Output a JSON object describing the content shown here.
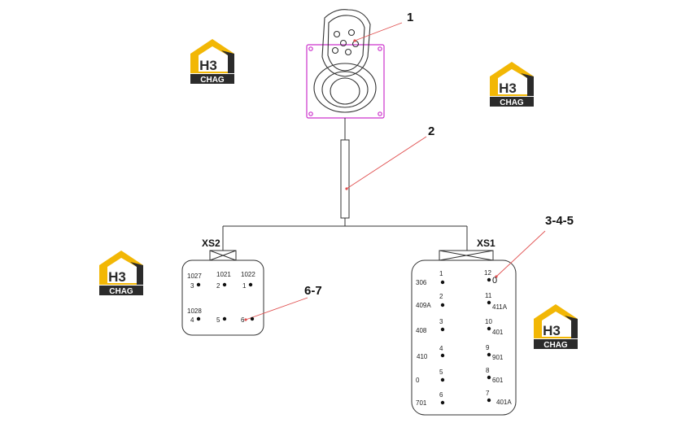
{
  "callouts": {
    "c1": "1",
    "c2": "2",
    "c345": "3-4-5",
    "c67": "6-7"
  },
  "connectors": {
    "xs2": {
      "name": "XS2",
      "pins": [
        {
          "pin": "3",
          "wire": "1027"
        },
        {
          "pin": "2",
          "wire": "1021"
        },
        {
          "pin": "1",
          "wire": "1022"
        },
        {
          "pin": "4",
          "wire": "1028"
        },
        {
          "pin": "5",
          "wire": ""
        },
        {
          "pin": "6",
          "wire": ""
        }
      ]
    },
    "xs1": {
      "name": "XS1",
      "left": [
        {
          "pin": "1",
          "wire": "306"
        },
        {
          "pin": "2",
          "wire": "409A"
        },
        {
          "pin": "3",
          "wire": "408"
        },
        {
          "pin": "4",
          "wire": "410"
        },
        {
          "pin": "5",
          "wire": "0"
        },
        {
          "pin": "6",
          "wire": "701"
        }
      ],
      "right": [
        {
          "pin": "12",
          "wire": "0"
        },
        {
          "pin": "11",
          "wire": "411A"
        },
        {
          "pin": "10",
          "wire": "401"
        },
        {
          "pin": "9",
          "wire": "901"
        },
        {
          "pin": "8",
          "wire": "601"
        },
        {
          "pin": "7",
          "wire": "401A"
        }
      ]
    }
  },
  "watermark": {
    "text_top": "H3",
    "text_bottom": "CHAG",
    "color_yellow": "#f2b705",
    "color_dark": "#2b2b2b"
  },
  "colors": {
    "line": "#333333",
    "joystick_base": "#cc33cc",
    "leader": "#e05050"
  }
}
